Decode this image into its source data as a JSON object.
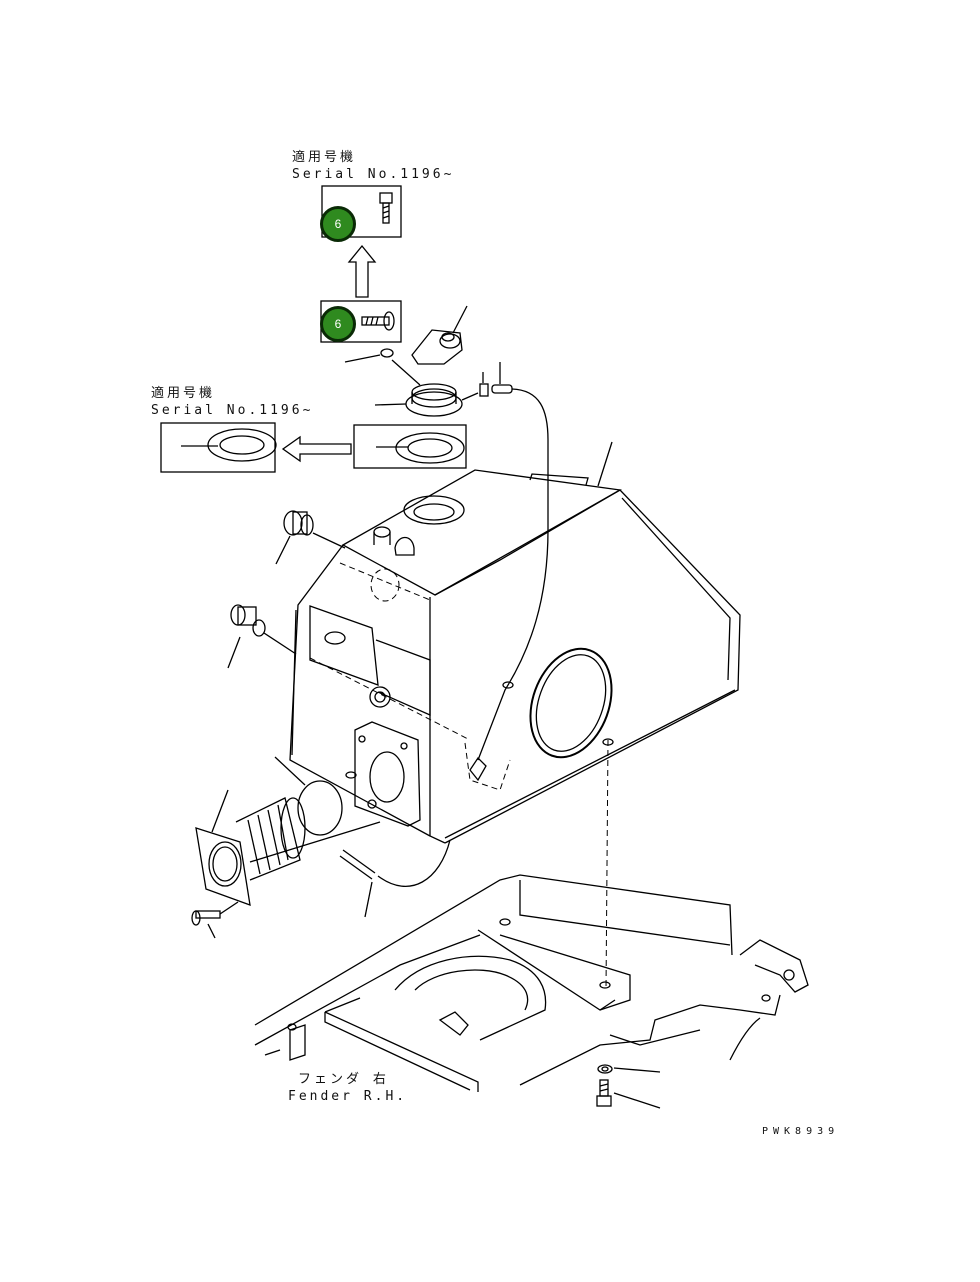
{
  "labels": {
    "serial_top_jp": "適用号機",
    "serial_top_en": "Serial No.1196~",
    "serial_left_jp": "適用号機",
    "serial_left_en": "Serial No.1196~",
    "fender_jp": "フェンダ 右",
    "fender_en": "Fender R.H.",
    "drawing_code": "PWK8939"
  },
  "callouts": [
    {
      "id": "bolt-new",
      "number": "6"
    },
    {
      "id": "bolt-old",
      "number": "6"
    }
  ],
  "colors": {
    "callout_fill": "#2f8a1f",
    "callout_border": "#0a2a06",
    "line": "#000000"
  }
}
